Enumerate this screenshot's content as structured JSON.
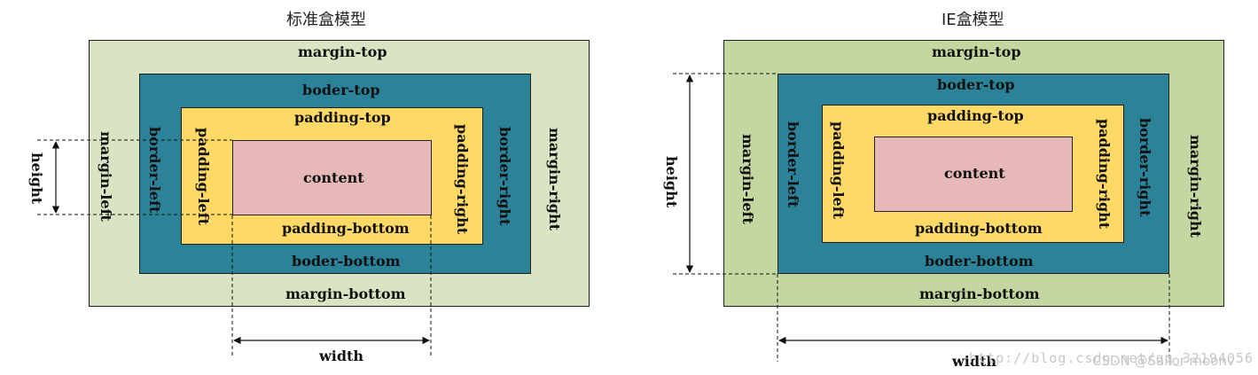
{
  "colors": {
    "standard_margin_fill": "#d9e4c2",
    "ie_margin_fill": "#c5d7a0",
    "border_fill": "#2c8298",
    "padding_fill": "#ffd966",
    "content_fill": "#e6b8b7",
    "outline": "#1f1f1f"
  },
  "standard": {
    "title": "标准盒模型",
    "margin_top": "margin-top",
    "margin_bottom": "margin-bottom",
    "margin_left": "margin-left",
    "margin_right": "margin-right",
    "border_top": "boder-top",
    "border_bottom": "boder-bottom",
    "border_left": "border-left",
    "border_right": "border-right",
    "padding_top": "padding-top",
    "padding_bottom": "padding-bottom",
    "padding_left": "padding-left",
    "padding_right": "padding-right",
    "content": "content",
    "height": "height",
    "width": "width"
  },
  "ie": {
    "title": "IE盒模型",
    "margin_top": "margin-top",
    "margin_bottom": "margin-bottom",
    "margin_left": "margin-left",
    "margin_right": "margin-right",
    "border_top": "boder-top",
    "border_bottom": "boder-bottom",
    "border_left": "border-left",
    "border_right": "border-right",
    "padding_top": "padding-top",
    "padding_bottom": "padding-bottom",
    "padding_left": "padding-left",
    "padding_right": "padding-right",
    "content": "content",
    "height": "height",
    "width": "width"
  },
  "watermark": {
    "blog_url": "http://blog.csdn.net/qq_32194056",
    "csdn_credit": "CSDN @Sailor-moonv"
  }
}
